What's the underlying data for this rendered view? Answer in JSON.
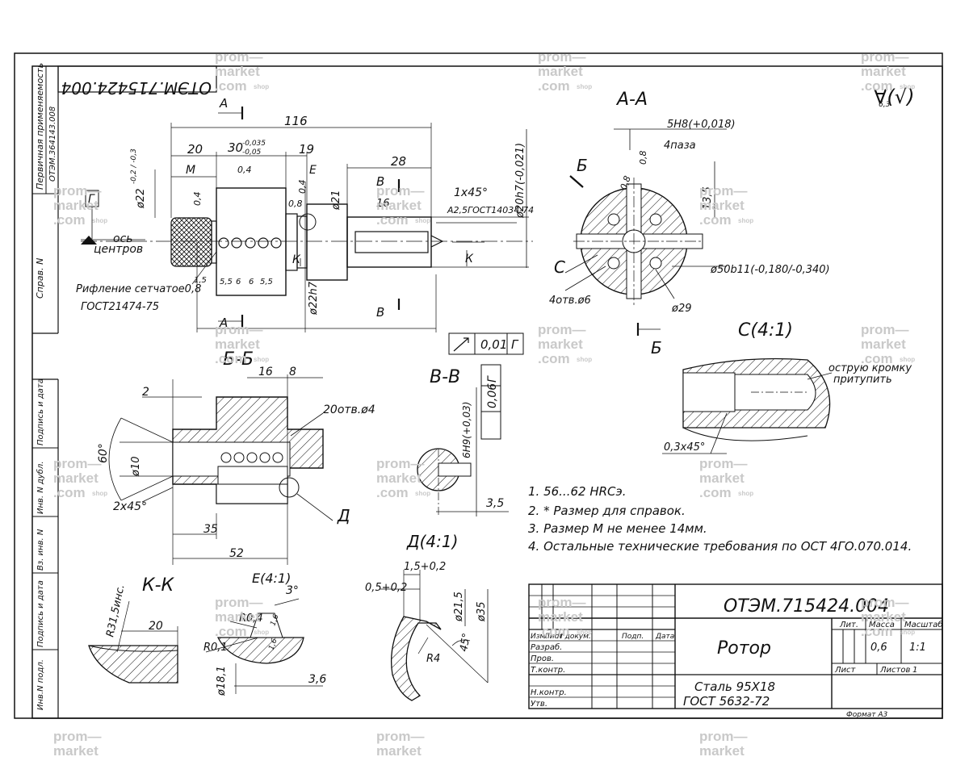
{
  "drawing": {
    "designation": "ОТЭМ.715424.004",
    "designation_rotated": "ОТЭМ.715424.004",
    "part_name": "Ротор",
    "material_line1": "Сталь 95Х18",
    "material_line2": "ГОСТ 5632-72",
    "format": "Формат А3",
    "roughness_value": "6,3",
    "roughness_symbol": "∀(√)"
  },
  "title_block": {
    "headers": {
      "izm": "Изм.",
      "list": "Лист",
      "ndoc": "N докум.",
      "podp": "Подп.",
      "data": "Дата"
    },
    "rows": [
      "Разраб.",
      "Пров.",
      "Т.контр.",
      "Н.контр.",
      "Утв."
    ],
    "lit_label": "Лит.",
    "massa_label": "Масса",
    "masshtab_label": "Масштаб",
    "massa_value": "0,6",
    "masshtab_value": "1:1",
    "list_label": "Лист",
    "listov_label": "Листов",
    "listov_value": "1"
  },
  "left_strip": {
    "perv_prim": "Первичная применяемость",
    "perv_prim_value": "ОТЭМ.364143.008",
    "sprav": "Справ. N",
    "podp_data1": "Подпись и дата",
    "inv_dubl": "Инв. N дубл.",
    "vz_inv": "Вз. инв. N",
    "podp_data2": "Подпись и дата",
    "inv_podl": "Инв.N подл."
  },
  "notes": [
    "1. 56...62 HRCэ.",
    "2. * Размер для справок.",
    "3. Размер М не менее 14мм.",
    "4. Остальные технические требования по ОСТ 4ГО.070.014."
  ],
  "main_view": {
    "d116": "116",
    "d20": "20",
    "d30": "30",
    "d30_tol_up": "-0,035",
    "d30_tol_lo": "-0,05",
    "d19": "19",
    "d28": "28",
    "d16": "16",
    "chamfer": "1x45°",
    "center_hole": "А2,5ГОСТ14034-74",
    "d20h7": "ø20h7(-0,021)",
    "d21": "ø21",
    "d22h7": "ø22h7",
    "d22": "ø22",
    "d22_tol": "-0,2 / -0,3",
    "M": "М",
    "E": "Е",
    "K": "К",
    "A": "А",
    "B": "В",
    "r04a": "0,4",
    "r04b": "0,4",
    "r04c": "0,4",
    "r08": "0,8",
    "axis1": "ось",
    "axis2": "центров",
    "G": "Г",
    "knurl1": "Рифление сетчатое0,8",
    "knurl2": "ГОСТ21474-75",
    "d15": "1,5",
    "d55a": "5,5",
    "d6a": "6",
    "d6b": "6",
    "d55b": "5,5",
    "runout_val": "0,01",
    "runout_ref": "Г"
  },
  "section_AA": {
    "title": "А-А",
    "slot": "5H8(+0,018)",
    "slot_count": "4паза",
    "r08a": "0,8",
    "r08b": "0,8",
    "B": "Б",
    "d135": "13,5",
    "C": "С",
    "d50": "ø50b11(-0,180/-0,340)",
    "holes": "4отв.ø6",
    "d29": "ø29"
  },
  "section_BB": {
    "title": "Б-Б",
    "d16": "16",
    "d8": "8",
    "d2": "2",
    "angle60": "60°",
    "d10": "ø10",
    "holes": "20отв.ø4",
    "chamfer": "2x45°",
    "d35": "35",
    "d52": "52",
    "D": "Д"
  },
  "section_VV": {
    "title": "В-В",
    "d6H9": "6H9(+0,03)",
    "sym_val": "0,06",
    "sym_ref": "Г",
    "d35": "3,5"
  },
  "detail_C": {
    "title": "С(4:1)",
    "note1": "острую кромку",
    "note2": "притупить",
    "chamfer": "0,3x45°"
  },
  "view_K": {
    "title": "К-К",
    "R": "R31,5инс.",
    "d20": "20"
  },
  "detail_E": {
    "title": "Е(4:1)",
    "R04": "R0,4",
    "R01": "R0,1",
    "angle3": "3°",
    "d181": "ø18,1",
    "d36": "3,6",
    "r16a": "1,6",
    "r16b": "1,6"
  },
  "detail_D": {
    "title": "Д(4:1)",
    "d15": "1,5+0,2",
    "d05": "0,5+0,2",
    "d215": "ø21,5",
    "d35": "ø35",
    "R4": "R4",
    "angle45": "45°"
  },
  "watermark": {
    "line1": "prom—",
    "line2": "market",
    "line3": ".com",
    "shop": "shop"
  }
}
